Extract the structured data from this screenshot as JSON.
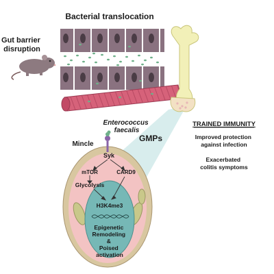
{
  "title": "Bacterial translocation",
  "gut_label": [
    "Gut barrier",
    "disruption"
  ],
  "bacterium": [
    "Enterococcus",
    "faecalis"
  ],
  "gmps": "GMPs",
  "receptor": "Mincle",
  "cell": {
    "syk": "Syk",
    "mtor": "mTOR",
    "card9": "CARD9",
    "glycolysis": "Glycolysis",
    "histone_mark": "H3K4me3",
    "nucleus_text": [
      "Epigenetic",
      "Remodeling",
      "&",
      "Poised",
      "activation"
    ]
  },
  "trained_immunity": {
    "heading": "TRAINED IMMUNITY",
    "outcome1": [
      "Improved protection",
      "against infection"
    ],
    "outcome2": [
      "Exacerbated",
      "colitis symptoms"
    ]
  },
  "colors": {
    "enterocyte": "#8a7280",
    "nucleus_dark": "#4a3c45",
    "bacteria": "#6fb08a",
    "vessel": "#d6627a",
    "bone": "#f2f0b8",
    "cell_outer": "#d8c7a0",
    "cytoplasm": "#f3c3c3",
    "nucleus": "#76b8b6",
    "mitochondria": "#c9c88a",
    "zoom": "#b8dede"
  }
}
